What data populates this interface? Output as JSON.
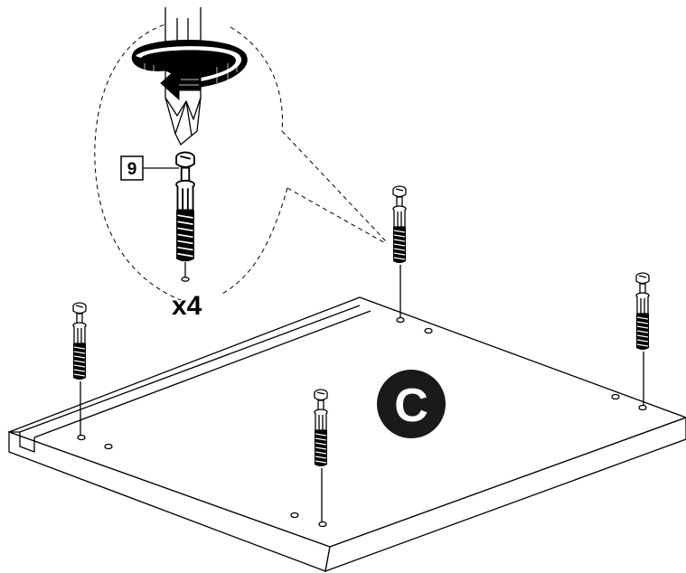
{
  "diagram": {
    "part_number": "9",
    "quantity": "x4",
    "step_letter": "C"
  },
  "colors": {
    "ink": "#000000",
    "panel": "#ffffff",
    "step_badge": "#1a1a1a",
    "step_text": "#ffffff"
  },
  "icons": [
    "screwdriver-icon",
    "rotation-arrow-icon",
    "cam-dowel-icon",
    "panel-board"
  ]
}
